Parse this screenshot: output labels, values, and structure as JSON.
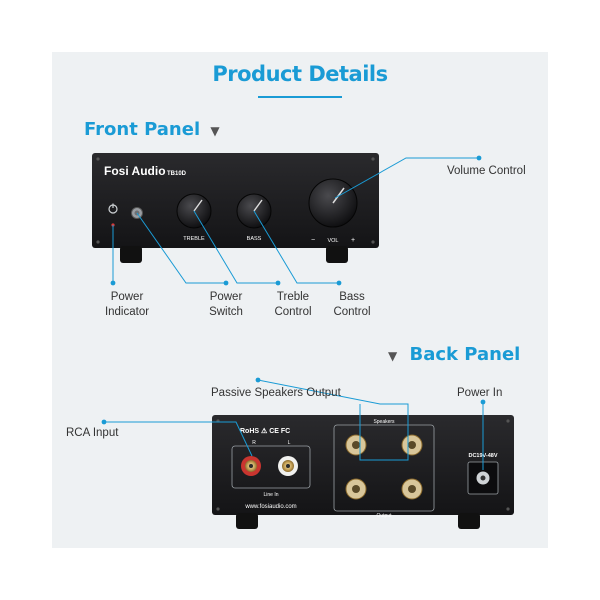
{
  "page": {
    "title": "Product Details",
    "front": {
      "heading": "Front Panel",
      "heading_arrow": "▼",
      "brand": "Fosi Audio",
      "model": "TB10D",
      "knob_labels": {
        "treble": "TREBLE",
        "bass": "BASS",
        "vol": "VOL",
        "minus": "−",
        "plus": "+"
      },
      "callouts": {
        "volume": "Volume Control",
        "power_indicator_l1": "Power",
        "power_indicator_l2": "Indicator",
        "power_switch_l1": "Power",
        "power_switch_l2": "Switch",
        "treble_l1": "Treble",
        "treble_l2": "Control",
        "bass_l1": "Bass",
        "bass_l2": "Control"
      }
    },
    "back": {
      "heading": "Back Panel",
      "heading_arrow": "▼",
      "certifications": "RoHS ⚠ CE FC",
      "rca_r": "R",
      "rca_l": "L",
      "line_in": "Line In",
      "speakers": "Speakers",
      "output": "Output",
      "website": "www.fosiaudio.com",
      "dc_label": "DC19V-48V",
      "callouts": {
        "speakers_output": "Passive Speakers Output",
        "power_in": "Power In",
        "rca_input": "RCA Input"
      }
    },
    "colors": {
      "accent": "#1a9bd5",
      "chassis": "#1c1c1e",
      "background": "#eef1f3"
    }
  }
}
